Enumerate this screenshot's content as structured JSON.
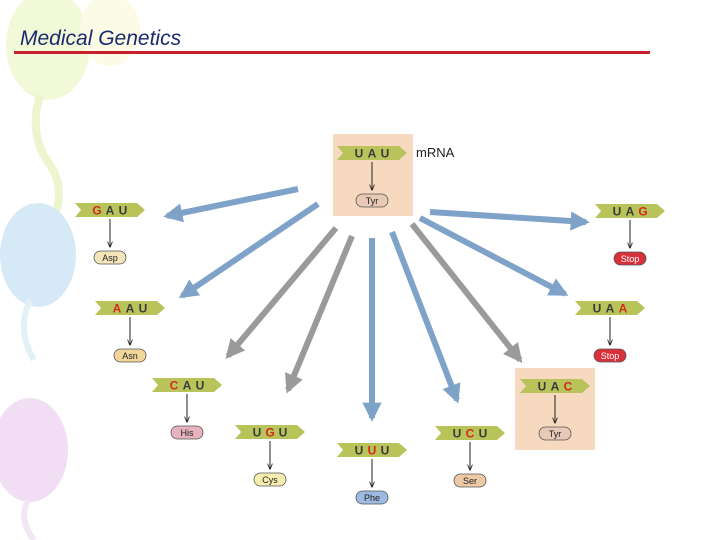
{
  "slide": {
    "title": "Medical Genetics"
  },
  "colors": {
    "title": "#1a2a6c",
    "rule": "#c8202a",
    "codon_fill": "#b8c45a",
    "codon_text": "#3a3a3a",
    "mutated_base": "#d42a1e",
    "arrow_blue": "#7fa3c8",
    "arrow_gray": "#9a9a9a",
    "highlight_box": "#f6d9bf"
  },
  "diagram": {
    "mrna_label": "mRNA",
    "center": {
      "codon": [
        "U",
        "A",
        "U"
      ],
      "amino_acid": "Tyr",
      "aa_color": "#e8c9b5"
    },
    "variants": [
      {
        "codon": [
          "G",
          "A",
          "U"
        ],
        "mutated": 0,
        "amino_acid": "Asp",
        "aa_color": "#f4e5b8",
        "arrow": "blue"
      },
      {
        "codon": [
          "A",
          "A",
          "U"
        ],
        "mutated": 0,
        "amino_acid": "Asn",
        "aa_color": "#f1d59a",
        "arrow": "blue"
      },
      {
        "codon": [
          "C",
          "A",
          "U"
        ],
        "mutated": 0,
        "amino_acid": "His",
        "aa_color": "#e7b3be",
        "arrow": "gray"
      },
      {
        "codon": [
          "U",
          "G",
          "U"
        ],
        "mutated": 1,
        "amino_acid": "Cys",
        "aa_color": "#f6eeae",
        "arrow": "gray"
      },
      {
        "codon": [
          "U",
          "U",
          "U"
        ],
        "mutated": 1,
        "amino_acid": "Phe",
        "aa_color": "#9dbbe2",
        "arrow": "blue"
      },
      {
        "codon": [
          "U",
          "C",
          "U"
        ],
        "mutated": 1,
        "amino_acid": "Ser",
        "aa_color": "#edc9a6",
        "arrow": "blue"
      },
      {
        "codon": [
          "U",
          "A",
          "C"
        ],
        "mutated": 2,
        "amino_acid": "Tyr",
        "aa_color": "#e8c9b5",
        "arrow": "gray",
        "highlight": true
      },
      {
        "codon": [
          "U",
          "A",
          "A"
        ],
        "mutated": 2,
        "amino_acid": "Stop",
        "aa_color": "#d9313a",
        "aa_text_color": "#ffffff",
        "arrow": "blue"
      },
      {
        "codon": [
          "U",
          "A",
          "G"
        ],
        "mutated": 2,
        "amino_acid": "Stop",
        "aa_color": "#d9313a",
        "aa_text_color": "#ffffff",
        "arrow": "blue"
      }
    ]
  }
}
